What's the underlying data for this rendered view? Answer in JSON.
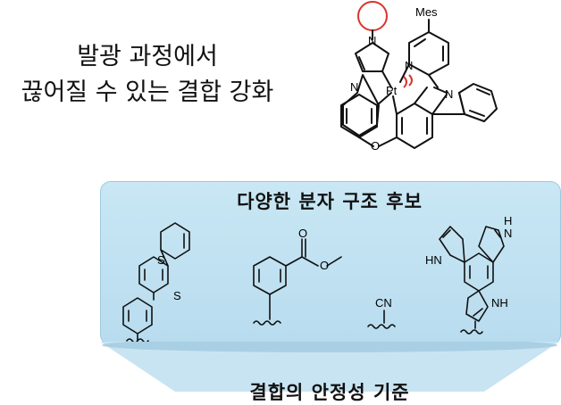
{
  "headline": {
    "line1": "발광 과정에서",
    "line2": "끊어질 수 있는 결합 강화"
  },
  "complex_labels": {
    "mes": "Mes",
    "pt": "Pt",
    "n_top": "N",
    "n_imid": "N",
    "n_pyr": "N",
    "n_carb": "N",
    "o": "O"
  },
  "panel": {
    "title": "다양한 분자 구조 후보",
    "bottom_title": "결합의 안정성 기준"
  },
  "fragments": {
    "sulfone_s1": "S",
    "sulfone_s2": "S",
    "o": "O",
    "cn": "CN",
    "nh_top": "N",
    "h_top": "H",
    "hn_left": "HN",
    "nh_bottom": "NH"
  },
  "colors": {
    "panel": "#c2e2f2",
    "cone": "#c8e4f2",
    "ring_marker": "#d9342b",
    "strain_mark": "#d9342b"
  }
}
